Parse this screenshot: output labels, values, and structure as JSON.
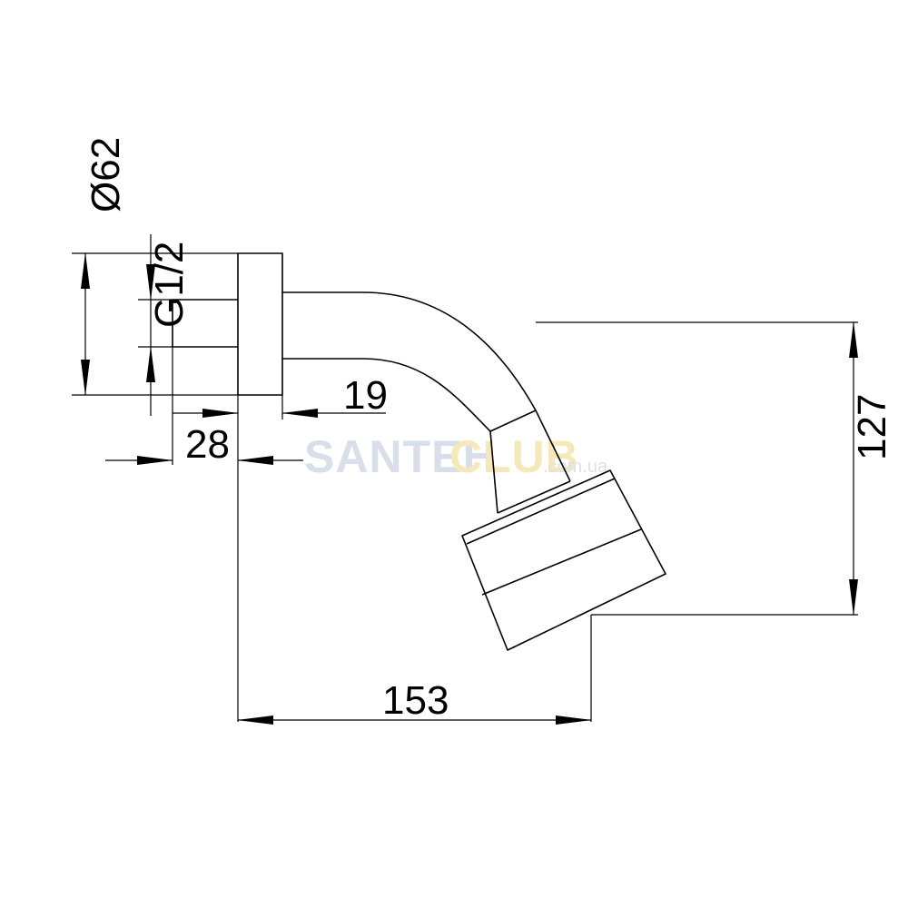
{
  "dimensions": {
    "diameter_flange": "Ø62",
    "thread": "G1/2",
    "flange_depth": "19",
    "thread_length": "28",
    "height_drop": "127",
    "total_reach": "153"
  },
  "watermark": {
    "text_left": "SANTEH",
    "text_right": "CLUB",
    "domain": ".com.ua"
  },
  "colors": {
    "line": "#000000",
    "watermark_left": "#d4dbe8",
    "watermark_right": "#f4e7b2",
    "watermark_domain": "#d9dee8"
  }
}
